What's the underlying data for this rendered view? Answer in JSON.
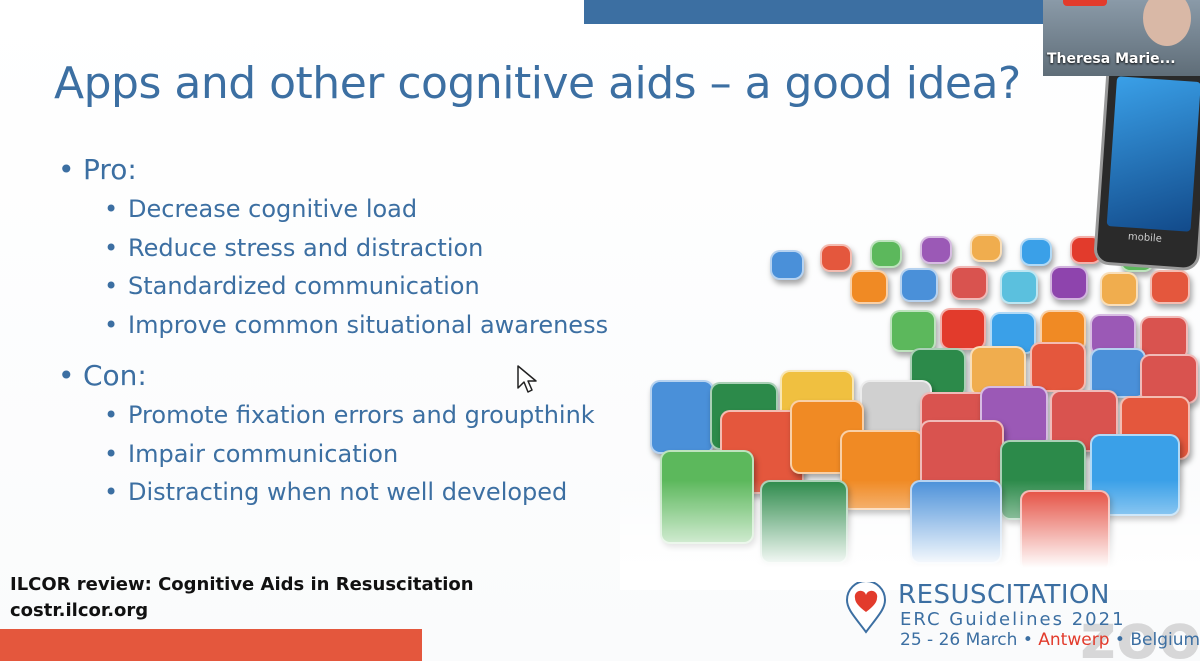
{
  "slide": {
    "title": "Apps and other cognitive aids – a good idea?",
    "pro_label": "Pro:",
    "pro_items": [
      "Decrease cognitive load",
      "Reduce stress and distraction",
      "Standardized communication",
      "Improve common situational awareness"
    ],
    "con_label": "Con:",
    "con_items": [
      "Promote fixation errors and groupthink",
      "Impair communication",
      "Distracting when not well developed"
    ],
    "reference_line1": "ILCOR review: Cognitive Aids in Resuscitation",
    "reference_line2": "costr.ilcor.org"
  },
  "logo": {
    "name": "RESUSCITATION",
    "subtitle": "ERC Guidelines 2021",
    "dates": "25 - 26 March",
    "sep": " • ",
    "city": "Antwerp",
    "country": "Belgium"
  },
  "phone": {
    "label": "mobile"
  },
  "participant": {
    "name": "Theresa Marie..."
  },
  "watermark": "zoom",
  "colors": {
    "title_blue": "#3c6fa2",
    "accent_red": "#e4573d",
    "rec_red": "#e23b2c"
  }
}
